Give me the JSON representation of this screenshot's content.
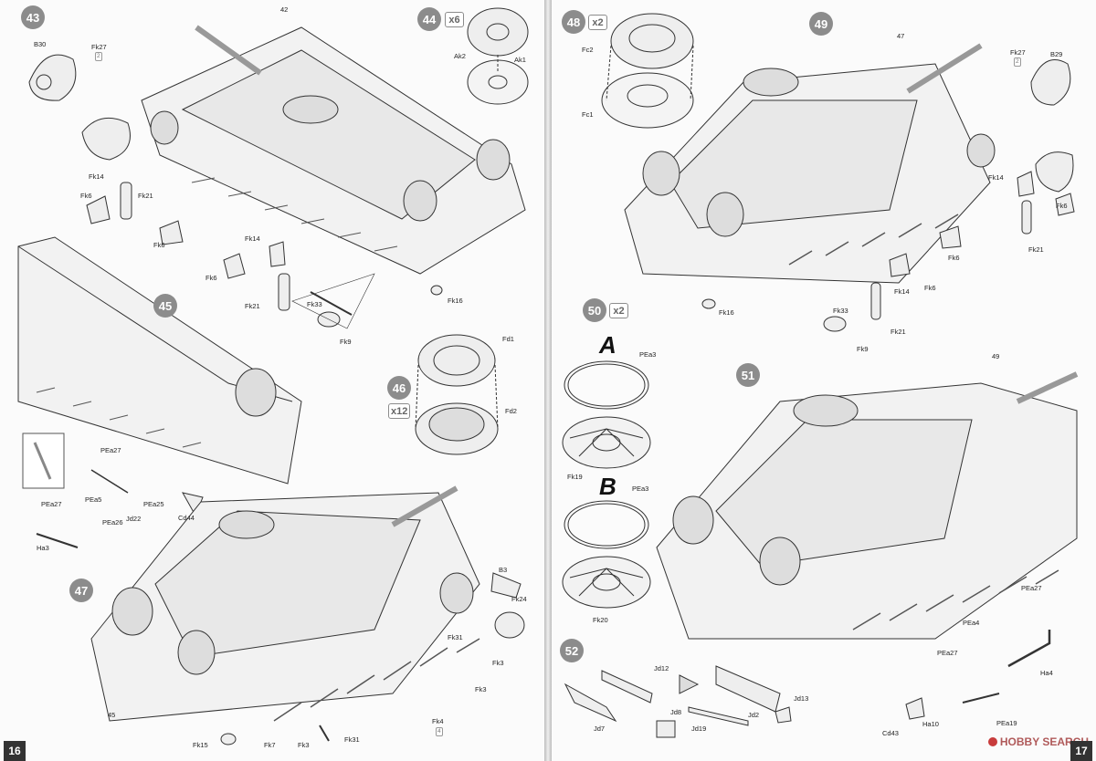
{
  "left_page": {
    "page_number": "16",
    "steps": {
      "s43": "43",
      "s44": "44",
      "s45": "45",
      "s46": "46",
      "s47": "47"
    },
    "multipliers": {
      "m44": "x6",
      "m46": "x12"
    },
    "labels": {
      "b30": "B30",
      "fk27": "Fk27",
      "fk27q": "2",
      "l42": "42",
      "ak2": "Ak2",
      "ak1": "Ak1",
      "fk14a": "Fk14",
      "fk6a": "Fk6",
      "fk21a": "Fk21",
      "fk6b": "Fk6",
      "fk14b": "Fk14",
      "fk6c": "Fk6",
      "fk21b": "Fk21",
      "fk33": "Fk33",
      "fk9": "Fk9",
      "fk16": "Fk16",
      "fd1": "Fd1",
      "fd2": "Fd2",
      "pea27a": "PEa27",
      "pea5": "PEa5",
      "pea25": "PEa25",
      "pea26": "PEa26",
      "pea27b": "PEa27",
      "ha3": "Ha3",
      "jd22": "Jd22",
      "cd44": "Cd44",
      "b3": "B3",
      "fk24": "Fk24",
      "fk31a": "Fk31",
      "fk3a": "Fk3",
      "fk3b": "Fk3",
      "fk4": "Fk4",
      "fk4q": "4",
      "l45": "45",
      "fk15": "Fk15",
      "fk7": "Fk7",
      "fk3c": "Fk3",
      "fk31b": "Fk31"
    }
  },
  "right_page": {
    "page_number": "17",
    "steps": {
      "s48": "48",
      "s49": "49",
      "s50": "50",
      "s51": "51",
      "s52": "52"
    },
    "multipliers": {
      "m48": "x2",
      "m50": "x2"
    },
    "variants": {
      "a": "A",
      "b": "B"
    },
    "labels": {
      "fc2": "Fc2",
      "fc1": "Fc1",
      "l47": "47",
      "fk27": "Fk27",
      "fk27q": "2",
      "b29": "B29",
      "fk14a": "Fk14",
      "fk6a": "Fk6",
      "fk21a": "Fk21",
      "fk6b": "Fk6",
      "fk6c": "Fk6",
      "fk14b": "Fk14",
      "fk16": "Fk16",
      "fk33": "Fk33",
      "fk9": "Fk9",
      "fk21b": "Fk21",
      "pea3a": "PEa3",
      "fk19": "Fk19",
      "pea3b": "PEa3",
      "fk20": "Fk20",
      "l49": "49",
      "pea27a": "PEa27",
      "pea4": "PEa4",
      "pea27b": "PEa27",
      "ha4": "Ha4",
      "ha10": "Ha10",
      "pea19": "PEa19",
      "cd43": "Cd43",
      "jd12": "Jd12",
      "jd7": "Jd7",
      "jd8": "Jd8",
      "jd19": "Jd19",
      "jd2": "Jd2",
      "jd13": "Jd13"
    },
    "watermark": "HOBBY SEARCH"
  },
  "colors": {
    "step_badge": "#8c8c8c",
    "line_art": "#333333",
    "page_bg": "#fbfbfb"
  }
}
